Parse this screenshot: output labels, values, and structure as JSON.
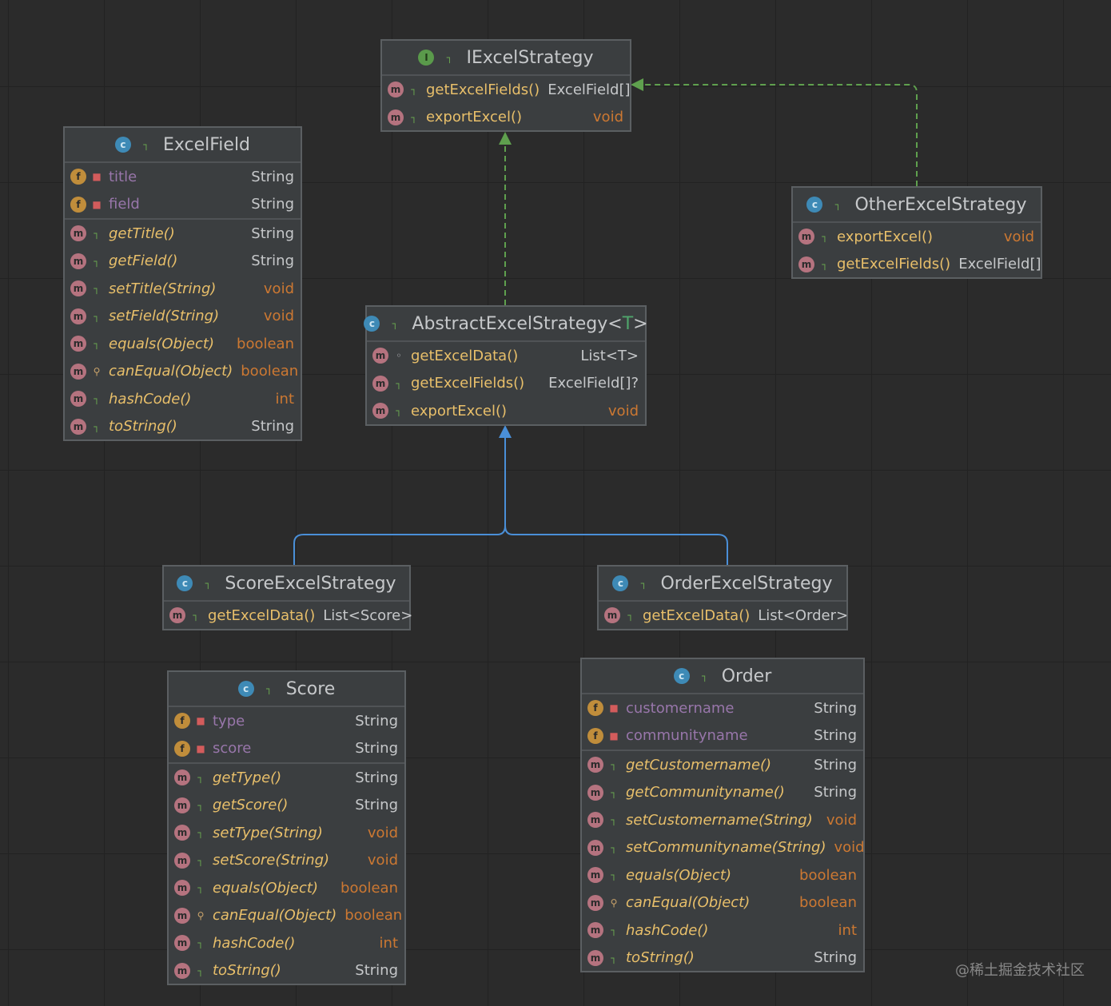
{
  "diagram": {
    "boxes": [
      {
        "id": "iexcel",
        "title": "IExcelStrategy",
        "badge": "I",
        "sections": [
          [
            {
              "kind": "m",
              "vis": "pub",
              "name": "getExcelFields()",
              "type": "ExcelField[]",
              "kw": false,
              "italic": false
            },
            {
              "kind": "m",
              "vis": "pub",
              "name": "exportExcel()",
              "type": "void",
              "kw": true,
              "italic": false
            }
          ]
        ]
      },
      {
        "id": "excelfield",
        "title": "ExcelField",
        "badge": "C",
        "sections": [
          [
            {
              "kind": "f",
              "vis": "priv",
              "name": "title",
              "type": "String"
            },
            {
              "kind": "f",
              "vis": "priv",
              "name": "field",
              "type": "String"
            }
          ],
          [
            {
              "kind": "m",
              "vis": "pub",
              "name": "getTitle()",
              "type": "String",
              "italic": true
            },
            {
              "kind": "m",
              "vis": "pub",
              "name": "getField()",
              "type": "String",
              "italic": true
            },
            {
              "kind": "m",
              "vis": "pub",
              "name": "setTitle(String)",
              "type": "void",
              "kw": true,
              "italic": true
            },
            {
              "kind": "m",
              "vis": "pub",
              "name": "setField(String)",
              "type": "void",
              "kw": true,
              "italic": true
            },
            {
              "kind": "m",
              "vis": "pub",
              "name": "equals(Object)",
              "type": "boolean",
              "kw": true,
              "italic": true
            },
            {
              "kind": "m",
              "vis": "prot",
              "name": "canEqual(Object)",
              "type": "boolean",
              "kw": true,
              "italic": true
            },
            {
              "kind": "m",
              "vis": "pub",
              "name": "hashCode()",
              "type": "int",
              "kw": true,
              "italic": true
            },
            {
              "kind": "m",
              "vis": "pub",
              "name": "toString()",
              "type": "String",
              "italic": true
            }
          ]
        ]
      },
      {
        "id": "other",
        "title": "OtherExcelStrategy",
        "badge": "C",
        "sections": [
          [
            {
              "kind": "m",
              "vis": "pub",
              "name": "exportExcel()",
              "type": "void",
              "kw": true
            },
            {
              "kind": "m",
              "vis": "pub",
              "name": "getExcelFields()",
              "type": "ExcelField[]"
            }
          ]
        ]
      },
      {
        "id": "abstract",
        "title": "AbstractExcelStrategy",
        "title_param": "T",
        "badge": "C",
        "sections": [
          [
            {
              "kind": "m",
              "vis": "pkg",
              "name": "getExcelData()",
              "type": "List<T>"
            },
            {
              "kind": "m",
              "vis": "pub",
              "name": "getExcelFields()",
              "type": "ExcelField[]?"
            },
            {
              "kind": "m",
              "vis": "pub",
              "name": "exportExcel()",
              "type": "void",
              "kw": true
            }
          ]
        ]
      },
      {
        "id": "score_strategy",
        "title": "ScoreExcelStrategy",
        "badge": "C",
        "sections": [
          [
            {
              "kind": "m",
              "vis": "pub",
              "name": "getExcelData()",
              "type": "List<Score>"
            }
          ]
        ]
      },
      {
        "id": "order_strategy",
        "title": "OrderExcelStrategy",
        "badge": "C",
        "sections": [
          [
            {
              "kind": "m",
              "vis": "pub",
              "name": "getExcelData()",
              "type": "List<Order>"
            }
          ]
        ]
      },
      {
        "id": "score",
        "title": "Score",
        "badge": "C",
        "sections": [
          [
            {
              "kind": "f",
              "vis": "priv",
              "name": "type",
              "type": "String"
            },
            {
              "kind": "f",
              "vis": "priv",
              "name": "score",
              "type": "String"
            }
          ],
          [
            {
              "kind": "m",
              "vis": "pub",
              "name": "getType()",
              "type": "String",
              "italic": true
            },
            {
              "kind": "m",
              "vis": "pub",
              "name": "getScore()",
              "type": "String",
              "italic": true
            },
            {
              "kind": "m",
              "vis": "pub",
              "name": "setType(String)",
              "type": "void",
              "kw": true,
              "italic": true
            },
            {
              "kind": "m",
              "vis": "pub",
              "name": "setScore(String)",
              "type": "void",
              "kw": true,
              "italic": true
            },
            {
              "kind": "m",
              "vis": "pub",
              "name": "equals(Object)",
              "type": "boolean",
              "kw": true,
              "italic": true
            },
            {
              "kind": "m",
              "vis": "prot",
              "name": "canEqual(Object)",
              "type": "boolean",
              "kw": true,
              "italic": true
            },
            {
              "kind": "m",
              "vis": "pub",
              "name": "hashCode()",
              "type": "int",
              "kw": true,
              "italic": true
            },
            {
              "kind": "m",
              "vis": "pub",
              "name": "toString()",
              "type": "String",
              "italic": true
            }
          ]
        ]
      },
      {
        "id": "order",
        "title": "Order",
        "badge": "C",
        "sections": [
          [
            {
              "kind": "f",
              "vis": "priv",
              "name": "customername",
              "type": "String"
            },
            {
              "kind": "f",
              "vis": "priv",
              "name": "communityname",
              "type": "String"
            }
          ],
          [
            {
              "kind": "m",
              "vis": "pub",
              "name": "getCustomername()",
              "type": "String",
              "italic": true
            },
            {
              "kind": "m",
              "vis": "pub",
              "name": "getCommunityname()",
              "type": "String",
              "italic": true
            },
            {
              "kind": "m",
              "vis": "pub",
              "name": "setCustomername(String)",
              "type": "void",
              "kw": true,
              "italic": true
            },
            {
              "kind": "m",
              "vis": "pub",
              "name": "setCommunityname(String)",
              "type": "void",
              "kw": true,
              "italic": true
            },
            {
              "kind": "m",
              "vis": "pub",
              "name": "equals(Object)",
              "type": "boolean",
              "kw": true,
              "italic": true
            },
            {
              "kind": "m",
              "vis": "prot",
              "name": "canEqual(Object)",
              "type": "boolean",
              "kw": true,
              "italic": true
            },
            {
              "kind": "m",
              "vis": "pub",
              "name": "hashCode()",
              "type": "int",
              "kw": true,
              "italic": true
            },
            {
              "kind": "m",
              "vis": "pub",
              "name": "toString()",
              "type": "String",
              "italic": true
            }
          ]
        ]
      }
    ],
    "relations": [
      {
        "from": "abstract",
        "to": "iexcel",
        "kind": "realization"
      },
      {
        "from": "other",
        "to": "iexcel",
        "kind": "realization"
      },
      {
        "from": "score_strategy",
        "to": "abstract",
        "kind": "generalization"
      },
      {
        "from": "order_strategy",
        "to": "abstract",
        "kind": "generalization"
      }
    ],
    "colors": {
      "realization": "#5fa04e",
      "generalization": "#4a8fd8"
    }
  },
  "watermark": "@稀土掘金技术社区"
}
